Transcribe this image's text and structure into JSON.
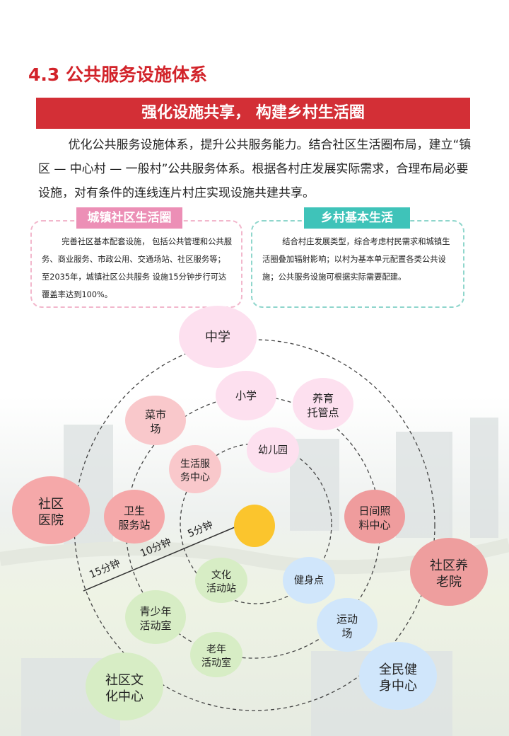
{
  "section_title": "4.3 公共服务设施体系",
  "banner": "强化设施共享， 构建乡村生活圈",
  "intro": "优化公共服务设施体系，提升公共服务能力。结合社区生活圈布局，建立“镇区 — 中心村 — 一般村”公共服务体系。根据各村庄发展实际需求，合理布局必要设施，对有条件的连线连片村庄实现设施共建共享。",
  "left_box": {
    "title": "城镇社区生活圈",
    "text": "完善社区基本配套设施， 包括公共管理和公共服务、商业服务、市政公用、交通场站、社区服务等；至2035年，城镇社区公共服务 设施15分钟步行可达覆盖率达到100%。"
  },
  "right_box": {
    "title": "乡村基本生活",
    "text": "结合村庄发展类型，综合考虑村民需求和城镇生活圈叠加辐射影响；以村为基本单元配置各类公共设施；公共服务设施可根据实际需要配建。"
  },
  "rings": {
    "r5": "5分钟",
    "r10": "10分钟",
    "r15": "15分钟"
  },
  "facilities": [
    {
      "l1": "中学",
      "l2": ""
    },
    {
      "l1": "小学",
      "l2": ""
    },
    {
      "l1": "养育",
      "l2": "托管点"
    },
    {
      "l1": "菜市",
      "l2": "场"
    },
    {
      "l1": "幼儿园",
      "l2": ""
    },
    {
      "l1": "生活服",
      "l2": "务中心"
    },
    {
      "l1": "社区",
      "l2": "医院"
    },
    {
      "l1": "卫生",
      "l2": "服务站"
    },
    {
      "l1": "日间照",
      "l2": "料中心"
    },
    {
      "l1": "社区养",
      "l2": "老院"
    },
    {
      "l1": "文化",
      "l2": "活动站"
    },
    {
      "l1": "健身点",
      "l2": ""
    },
    {
      "l1": "青少年",
      "l2": "活动室"
    },
    {
      "l1": "运动",
      "l2": "场"
    },
    {
      "l1": "老年",
      "l2": "活动室"
    },
    {
      "l1": "社区文",
      "l2": "化中心"
    },
    {
      "l1": "全民健",
      "l2": "身中心"
    }
  ],
  "colors": {
    "red": "#d32f36",
    "pink": "#ec8fb6",
    "teal": "#3fc3b9",
    "center": "#fbc52d"
  }
}
